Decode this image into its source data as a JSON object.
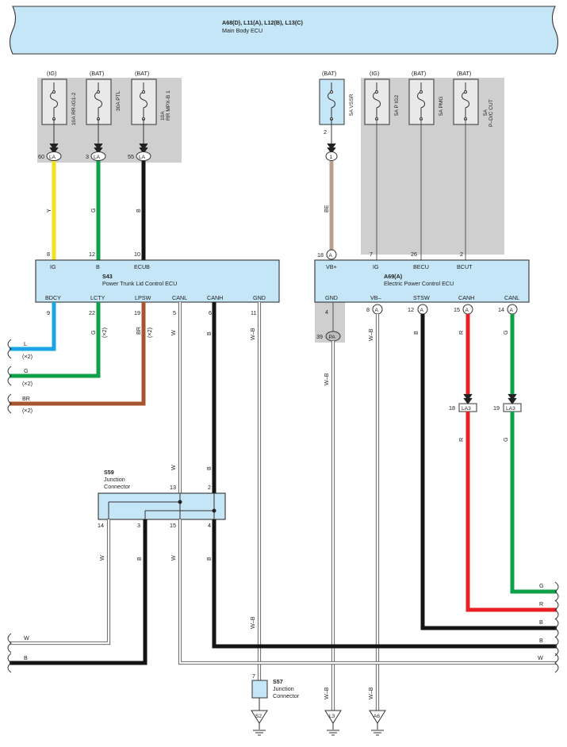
{
  "colors": {
    "box_fill": "#c5e6f7",
    "shade": "#cfcfcf",
    "wire_Y": "#f2e21c",
    "wire_G": "#0fa14a",
    "wire_B": "#141414",
    "wire_BE": "#b9a08f",
    "wire_L": "#1aa4e3",
    "wire_BR": "#a6552e",
    "wire_R": "#e72125",
    "wire_W": "#ffffff"
  },
  "main_ecu": {
    "codes": "A68(D), L11(A), L12(B), L13(C)",
    "name": "Main Body ECU"
  },
  "fuses_left": [
    {
      "power": "(IG)",
      "label": "10A RR-IG1-2",
      "pin": "60",
      "conn": "LA"
    },
    {
      "power": "(BAT)",
      "label": "30A PTL",
      "pin": "3",
      "conn": "LA"
    },
    {
      "power": "(BAT)",
      "label1": "10A",
      "label2": "RR MPX-B 1",
      "pin": "55",
      "conn": "LA"
    }
  ],
  "fuses_right": [
    {
      "power": "(BAT)",
      "label": "5A VSSR",
      "pin": "2",
      "conn": "1"
    },
    {
      "power": "(IG)",
      "label": "5A P IG2",
      "pin": "7"
    },
    {
      "power": "(BAT)",
      "label": "5A PMG",
      "pin": "26"
    },
    {
      "power": "(BAT)",
      "label1": "5A",
      "label2": "P–D/C CUT",
      "pin": "2"
    }
  ],
  "ecu_s43": {
    "code": "S43",
    "name": "Power Trunk Lid Control ECU",
    "top_pins": [
      {
        "n": "8",
        "name": "IG"
      },
      {
        "n": "12",
        "name": "B"
      },
      {
        "n": "10",
        "name": "ECUB"
      }
    ],
    "bottom_pins": [
      {
        "n": "9",
        "name": "BDCY"
      },
      {
        "n": "22",
        "name": "LCTY"
      },
      {
        "n": "19",
        "name": "LPSW"
      },
      {
        "n": "5",
        "name": "CANL"
      },
      {
        "n": "6",
        "name": "CANH"
      },
      {
        "n": "11",
        "name": "GND"
      }
    ]
  },
  "ecu_a69": {
    "code": "A69(A)",
    "name": "Electric Power Control ECU",
    "top_pins": [
      {
        "n": "18",
        "name": "VB+",
        "conn": "A"
      },
      {
        "n": "7",
        "name": "IG"
      },
      {
        "n": "26",
        "name": "BECU"
      },
      {
        "n": "2",
        "name": "BCUT"
      }
    ],
    "bottom_pins": [
      {
        "n": "4",
        "name": "GND"
      },
      {
        "n": "8",
        "name": "VB–",
        "conn": "A"
      },
      {
        "n": "12",
        "name": "STSW",
        "conn": "A"
      },
      {
        "n": "15",
        "name": "CANH",
        "conn": "A"
      },
      {
        "n": "14",
        "name": "CANL",
        "conn": "A"
      }
    ]
  },
  "wire_labels": {
    "Y": "Y",
    "G": "G",
    "B": "B",
    "BE": "BE",
    "W": "W",
    "R": "R",
    "L": "L",
    "BR": "BR",
    "WB": "W–B",
    "x2": "(×2)"
  },
  "pa_connector": {
    "pin": "39",
    "conn": "PA"
  },
  "la3_connectors": [
    {
      "pin": "18",
      "conn": "LA3"
    },
    {
      "pin": "19",
      "conn": "LA3"
    }
  ],
  "s59": {
    "code": "S59",
    "line1": "Junction",
    "line2": "Connector",
    "pins": {
      "p13": "13",
      "p2": "2",
      "p14": "14",
      "p3": "3",
      "p15": "15",
      "p4": "4"
    }
  },
  "s57": {
    "code": "S57",
    "line1": "Junction",
    "line2": "Connector",
    "pin": "7"
  },
  "grounds": [
    "S2",
    "L3",
    "A6"
  ]
}
